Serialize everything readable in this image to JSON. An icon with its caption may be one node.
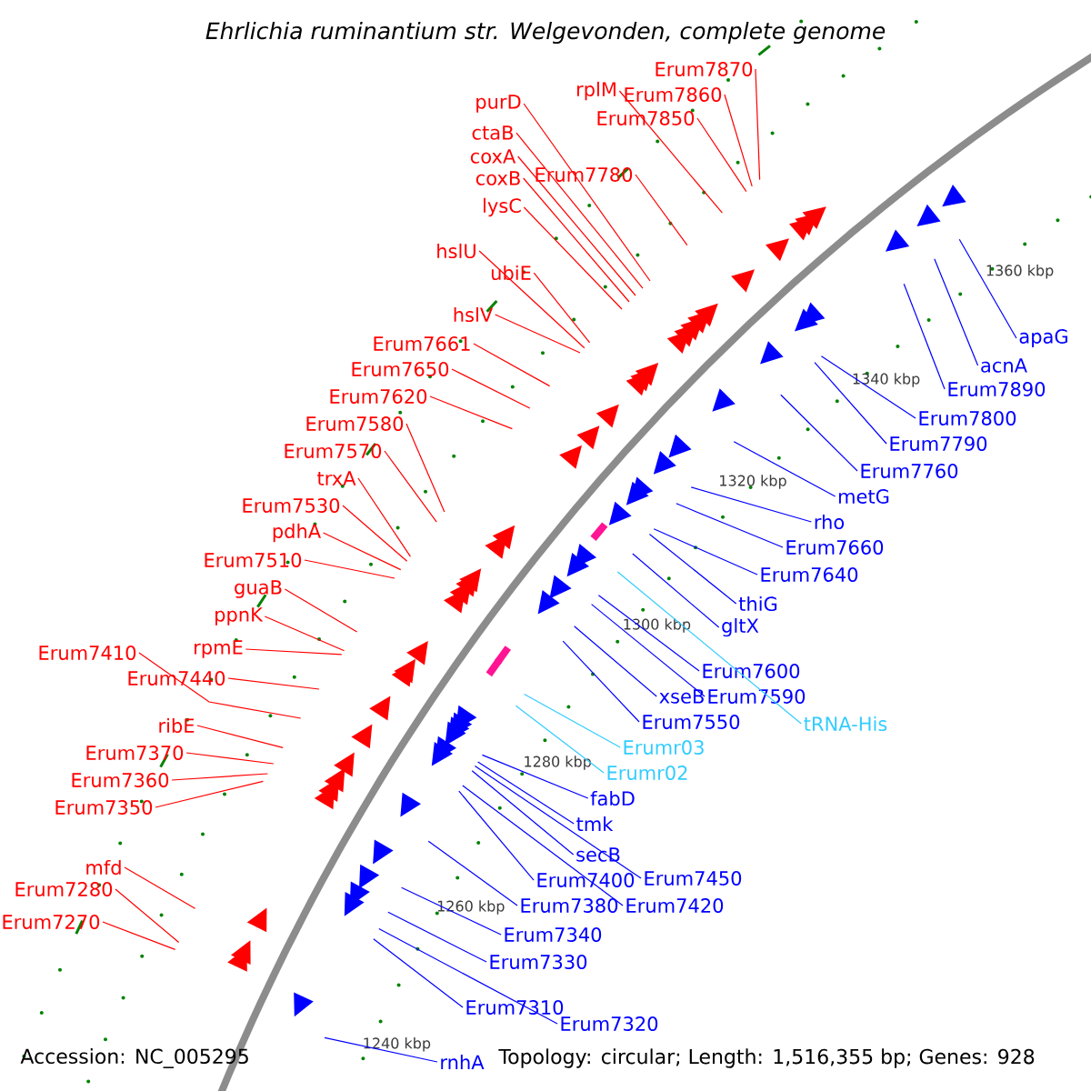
{
  "diagram": {
    "title": "Ehrlichia ruminantium str. Welgevonden, complete genome",
    "nodes": [
      {
        "text": [
          "Erum7870"
        ]
      },
      {
        "text": [
          "rplM"
        ]
      },
      {
        "text": [
          "Erum7860"
        ]
      },
      {
        "text": [
          "Erum7850"
        ]
      },
      {
        "text": [
          "purD"
        ]
      },
      {
        "text": [
          "ctaB"
        ]
      },
      {
        "text": [
          "coxA"
        ]
      },
      {
        "text": [
          "Erum7780"
        ]
      },
      {
        "text": [
          "coxB"
        ]
      },
      {
        "text": [
          "lysC"
        ]
      },
      {
        "text": [
          "hslU"
        ]
      },
      {
        "text": [
          "ubiE"
        ]
      },
      {
        "text": [
          "hslV"
        ]
      },
      {
        "text": [
          "Erum7661"
        ]
      },
      {
        "text": [
          "Erum7650"
        ]
      },
      {
        "text": [
          "Erum7620"
        ]
      },
      {
        "text": [
          "Erum7580"
        ]
      },
      {
        "text": [
          "Erum7570"
        ]
      },
      {
        "text": [
          "trxA"
        ]
      },
      {
        "text": [
          "Erum7530"
        ]
      },
      {
        "text": [
          "pdhA"
        ]
      },
      {
        "text": [
          "Erum7510"
        ]
      },
      {
        "text": [
          "guaB"
        ]
      },
      {
        "text": [
          "ppnK"
        ]
      },
      {
        "text": [
          "rpmE"
        ]
      },
      {
        "text": [
          "Erum7410"
        ]
      },
      {
        "text": [
          "Erum7440"
        ]
      },
      {
        "text": [
          "ribE"
        ]
      },
      {
        "text": [
          "Erum7370"
        ]
      },
      {
        "text": [
          "Erum7360"
        ]
      },
      {
        "text": [
          "Erum7350"
        ]
      },
      {
        "text": [
          "mfd"
        ]
      },
      {
        "text": [
          "Erum7280"
        ]
      },
      {
        "text": [
          "Erum7270"
        ]
      },
      {
        "text": [
          "apaG"
        ]
      },
      {
        "text": [
          "acnA"
        ]
      },
      {
        "text": [
          "Erum7890"
        ]
      },
      {
        "text": [
          "Erum7800"
        ]
      },
      {
        "text": [
          "Erum7790"
        ]
      },
      {
        "text": [
          "Erum7760"
        ]
      },
      {
        "text": [
          "metG"
        ]
      },
      {
        "text": [
          "rho"
        ]
      },
      {
        "text": [
          "Erum7660"
        ]
      },
      {
        "text": [
          "Erum7640"
        ]
      },
      {
        "text": [
          "thiG"
        ]
      },
      {
        "text": [
          "gltX"
        ]
      },
      {
        "text": [
          "Erum7600"
        ]
      },
      {
        "text": [
          "Erum7590"
        ]
      },
      {
        "text": [
          "xseB"
        ]
      },
      {
        "text": [
          "tRNA-His"
        ]
      },
      {
        "text": [
          "Erum7550"
        ]
      },
      {
        "text": [
          "Erumr03"
        ]
      },
      {
        "text": [
          "Erumr02"
        ]
      },
      {
        "text": [
          "fabD"
        ]
      },
      {
        "text": [
          "tmk"
        ]
      },
      {
        "text": [
          "secB"
        ]
      },
      {
        "text": [
          "Erum7450"
        ]
      },
      {
        "text": [
          "Erum7400"
        ]
      },
      {
        "text": [
          "Erum7420"
        ]
      },
      {
        "text": [
          "Erum7380"
        ]
      },
      {
        "text": [
          "Erum7340"
        ]
      },
      {
        "text": [
          "Erum7330"
        ]
      },
      {
        "text": [
          "Erum7310"
        ]
      },
      {
        "text": [
          "Erum7320"
        ]
      },
      {
        "text": [
          "rnhA"
        ]
      }
    ],
    "edges": [
      {
        "from": 0,
        "to": null,
        "arrow": "none"
      },
      {
        "from": 1,
        "to": null,
        "arrow": "none"
      },
      {
        "from": 2,
        "to": null,
        "arrow": "none"
      },
      {
        "from": 3,
        "to": null,
        "arrow": "none"
      },
      {
        "from": 4,
        "to": null,
        "arrow": "none"
      },
      {
        "from": 5,
        "to": null,
        "arrow": "none"
      },
      {
        "from": 6,
        "to": null,
        "arrow": "none"
      },
      {
        "from": 7,
        "to": null,
        "arrow": "none"
      },
      {
        "from": 8,
        "to": null,
        "arrow": "none"
      },
      {
        "from": 9,
        "to": null,
        "arrow": "none"
      },
      {
        "from": 10,
        "to": null,
        "arrow": "none"
      },
      {
        "from": 11,
        "to": null,
        "arrow": "none"
      },
      {
        "from": 12,
        "to": null,
        "arrow": "none"
      },
      {
        "from": 13,
        "to": null,
        "arrow": "none"
      },
      {
        "from": 14,
        "to": null,
        "arrow": "none"
      },
      {
        "from": 15,
        "to": null,
        "arrow": "none"
      },
      {
        "from": 16,
        "to": null,
        "arrow": "none"
      },
      {
        "from": 17,
        "to": null,
        "arrow": "none"
      },
      {
        "from": 18,
        "to": null,
        "arrow": "none"
      },
      {
        "from": 19,
        "to": null,
        "arrow": "none"
      },
      {
        "from": 20,
        "to": null,
        "arrow": "none"
      },
      {
        "from": 21,
        "to": null,
        "arrow": "none"
      },
      {
        "from": 22,
        "to": null,
        "arrow": "none"
      },
      {
        "from": 23,
        "to": null,
        "arrow": "none"
      },
      {
        "from": 24,
        "to": null,
        "arrow": "none"
      },
      {
        "from": 25,
        "to": null,
        "arrow": "none"
      },
      {
        "from": 26,
        "to": null,
        "arrow": "none"
      },
      {
        "from": 27,
        "to": null,
        "arrow": "none"
      },
      {
        "from": 28,
        "to": null,
        "arrow": "none"
      },
      {
        "from": 29,
        "to": null,
        "arrow": "none"
      },
      {
        "from": 30,
        "to": null,
        "arrow": "none"
      },
      {
        "from": 31,
        "to": null,
        "arrow": "none"
      },
      {
        "from": 32,
        "to": null,
        "arrow": "none"
      },
      {
        "from": 33,
        "to": null,
        "arrow": "none"
      },
      {
        "from": 34,
        "to": null,
        "arrow": "none",
        "color": "#0000ff"
      },
      {
        "from": 35,
        "to": null,
        "arrow": "none",
        "color": "#0000ff"
      },
      {
        "from": 36,
        "to": null,
        "arrow": "none",
        "color": "#0000ff"
      },
      {
        "from": 37,
        "to": null,
        "arrow": "none",
        "color": "#0000ff"
      },
      {
        "from": 38,
        "to": null,
        "arrow": "none",
        "color": "#0000ff"
      },
      {
        "from": 39,
        "to": null,
        "arrow": "none",
        "color": "#0000ff"
      },
      {
        "from": 40,
        "to": null,
        "arrow": "none",
        "color": "#0000ff"
      },
      {
        "from": 41,
        "to": null,
        "arrow": "none",
        "color": "#0000ff"
      },
      {
        "from": 42,
        "to": null,
        "arrow": "none",
        "color": "#0000ff"
      },
      {
        "from": 43,
        "to": null,
        "arrow": "none",
        "color": "#0000ff"
      },
      {
        "from": 44,
        "to": null,
        "arrow": "none",
        "color": "#0000ff"
      },
      {
        "from": 45,
        "to": null,
        "arrow": "none",
        "color": "#0000ff"
      },
      {
        "from": 46,
        "to": null,
        "arrow": "none",
        "color": "#0000ff"
      },
      {
        "from": 47,
        "to": null,
        "arrow": "none",
        "color": "#0000ff"
      },
      {
        "from": 48,
        "to": null,
        "arrow": "none",
        "color": "#0000ff"
      },
      {
        "from": 49,
        "to": null,
        "arrow": "none",
        "color": "#33ccff"
      },
      {
        "from": 50,
        "to": null,
        "arrow": "none",
        "color": "#0000ff"
      },
      {
        "from": 51,
        "to": null,
        "arrow": "none",
        "color": "#33ccff"
      },
      {
        "from": 52,
        "to": null,
        "arrow": "none",
        "color": "#33ccff"
      },
      {
        "from": 53,
        "to": null,
        "arrow": "none",
        "color": "#0000ff"
      },
      {
        "from": 54,
        "to": null,
        "arrow": "none",
        "color": "#0000ff"
      },
      {
        "from": 55,
        "to": null,
        "arrow": "none",
        "color": "#0000ff"
      },
      {
        "from": 56,
        "to": null,
        "arrow": "none",
        "color": "#0000ff"
      },
      {
        "from": 57,
        "to": null,
        "arrow": "none",
        "color": "#0000ff"
      },
      {
        "from": 58,
        "to": null,
        "arrow": "none",
        "color": "#0000ff"
      },
      {
        "from": 59,
        "to": null,
        "arrow": "none",
        "color": "#0000ff"
      },
      {
        "from": 60,
        "to": null,
        "arrow": "none",
        "color": "#0000ff"
      },
      {
        "from": 61,
        "to": null,
        "arrow": "none",
        "color": "#0000ff"
      },
      {
        "from": 62,
        "to": null,
        "arrow": "none",
        "color": "#0000ff"
      },
      {
        "from": 63,
        "to": null,
        "arrow": "none",
        "color": "#0000ff"
      },
      {
        "from": 64,
        "to": null,
        "arrow": "none",
        "color": "#0000ff"
      }
    ],
    "labels": [
      "1360 kbp",
      "1340 kbp",
      "1320 kbp",
      "1300 kbp",
      "1280 kbp",
      "1260 kbp",
      "1240 kbp",
      "Accession: NC_005295",
      "Topology: circular; Length: 1,516,355 bp; Genes: 928"
    ]
  }
}
